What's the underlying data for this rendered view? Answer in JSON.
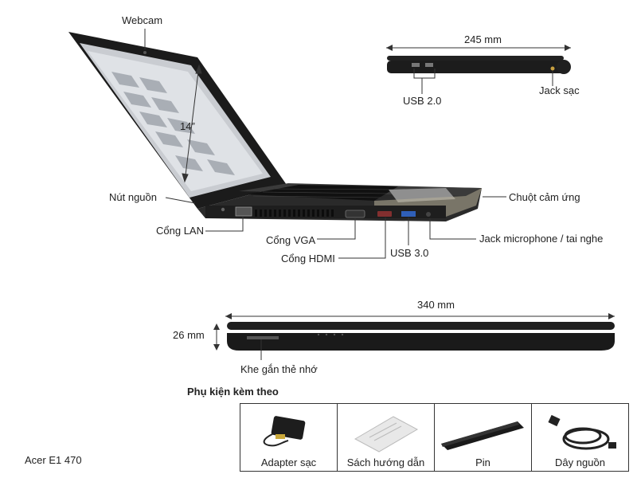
{
  "labels": {
    "webcam": "Webcam",
    "screen_size": "14”",
    "power_button": "Nút nguồn",
    "lan_port": "Cổng LAN",
    "vga_port": "Cổng VGA",
    "hdmi_port": "Cổng HDMI",
    "usb3": "USB 3.0",
    "touchpad": "Chuột cảm ứng",
    "mic_jack": "Jack microphone / tai nghe",
    "depth": "245 mm",
    "usb2": "USB 2.0",
    "charger_jack": "Jack sạc",
    "width": "340 mm",
    "thickness": "26 mm",
    "card_slot": "Khe gắn thẻ nhớ"
  },
  "accessories": {
    "title": "Phụ kiện kèm theo",
    "items": [
      {
        "label": "Adapter sạc",
        "icon": "power-adapter-icon"
      },
      {
        "label": "Sách hướng dẫn",
        "icon": "manual-icon"
      },
      {
        "label": "Pin",
        "icon": "battery-icon"
      },
      {
        "label": "Dây nguồn",
        "icon": "power-cord-icon"
      }
    ]
  },
  "model": "Acer E1 470"
}
